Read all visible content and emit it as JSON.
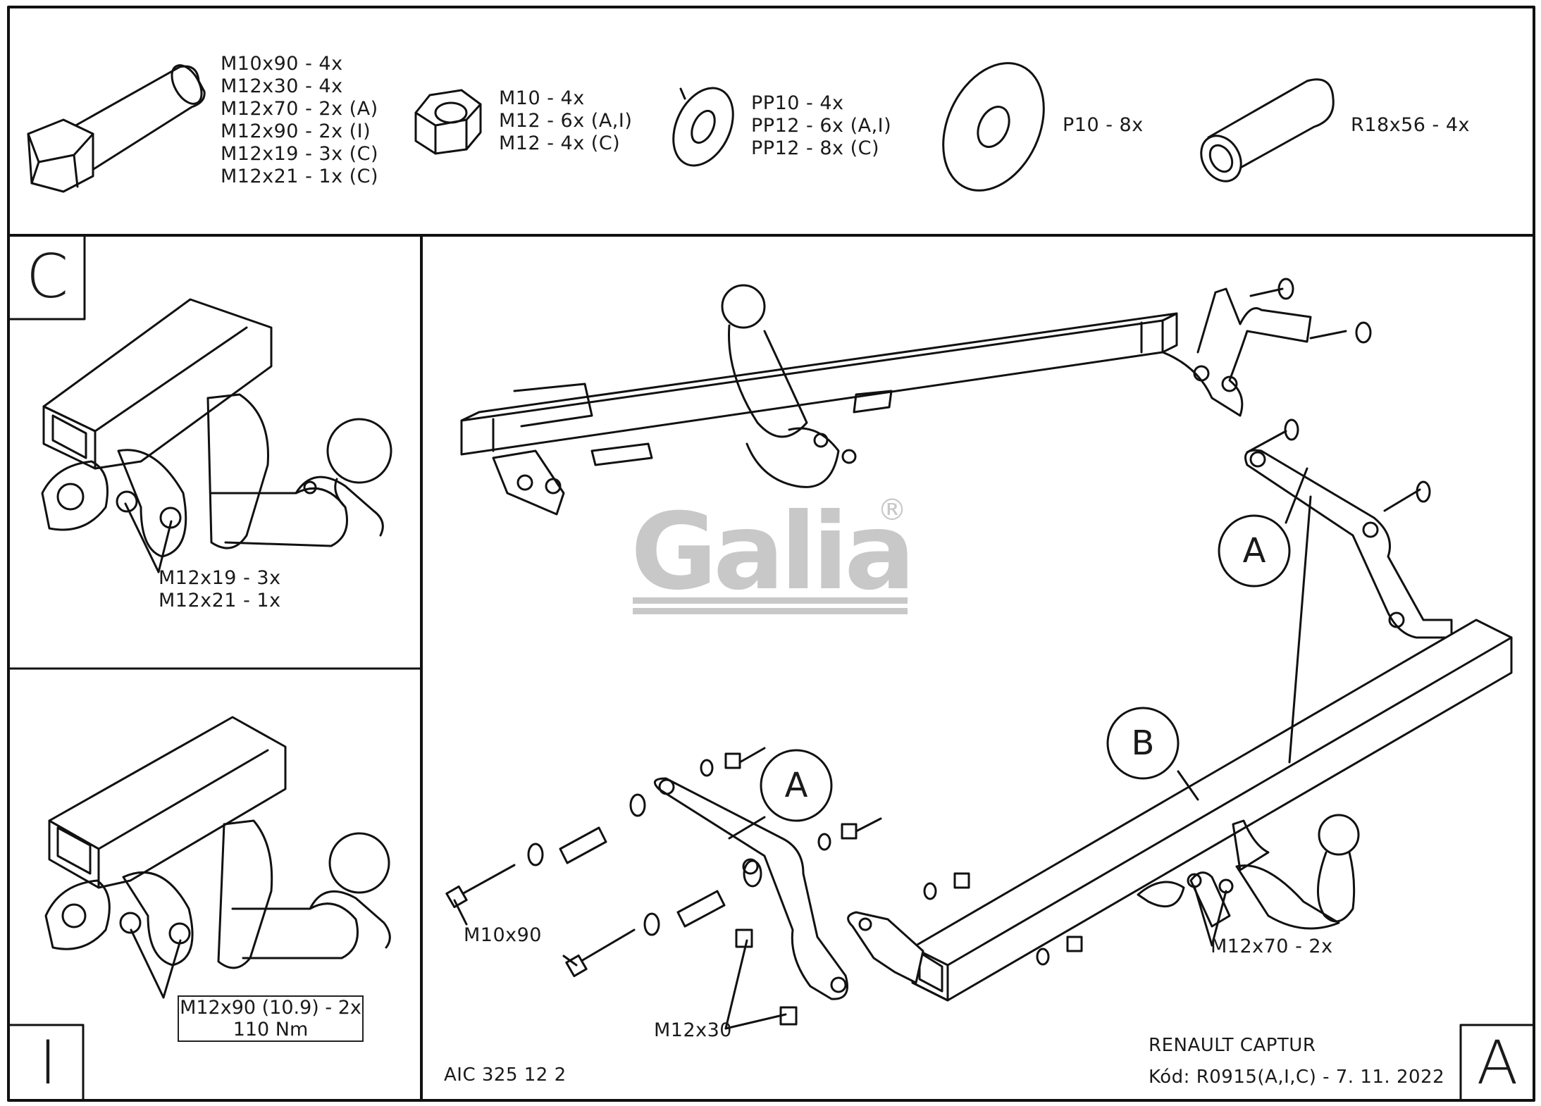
{
  "parts": [
    {
      "lines": [
        "M10x90 - 4x",
        "M12x30 - 4x",
        "M12x70 - 2x (A)",
        "M12x90 - 2x (I)",
        "M12x19 - 3x (C)",
        "M12x21 - 1x (C)"
      ],
      "icon": "bolt-icon"
    },
    {
      "lines": [
        "M10 - 4x",
        "M12 - 6x (A,I)",
        "M12 - 4x (C)"
      ],
      "icon": "hex-nut-icon"
    },
    {
      "lines": [
        "PP10 - 4x",
        "PP12 - 6x (A,I)",
        "PP12 - 8x (C)"
      ],
      "icon": "spring-washer-icon"
    },
    {
      "lines": [
        "P10 - 8x"
      ],
      "icon": "flat-washer-icon"
    },
    {
      "lines": [
        "R18x56 - 4x"
      ],
      "icon": "spacer-tube-icon"
    }
  ],
  "panels": {
    "c_letter": "C",
    "i_letter": "I",
    "a_letter": "A"
  },
  "callouts": {
    "c_bolts": [
      "M12x19 - 3x",
      "M12x21 - 1x"
    ],
    "i_bolts": [
      "M12x90 (10.9) - 2x",
      "110 Nm"
    ],
    "m10x90": "M10x90",
    "m12x30": "M12x30",
    "m12x70": "M12x70 - 2x",
    "circle_a1": "A",
    "circle_a2": "A",
    "circle_b": "B"
  },
  "logo": {
    "text": "Galia",
    "mark": "®"
  },
  "footer": {
    "code_left": "AIC 325 12 2",
    "vehicle": "RENAULT CAPTUR",
    "kod": "Kód: R0915(A,I,C) - 7. 11. 2022"
  }
}
